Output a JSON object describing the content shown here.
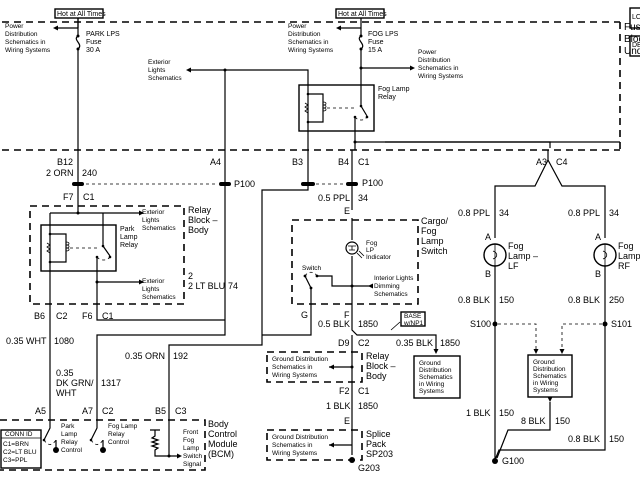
{
  "diagram": {
    "type": "wiring-schematic",
    "title": "Fog Lamps Schematic",
    "components": {
      "fuse_block_underhood": {
        "label": [
          "Fuse",
          "Block –",
          "Underhood"
        ]
      },
      "hot_at_all_times_left": "Hot at All Times",
      "hot_at_all_times_right": "Hot at All Times",
      "park_lps_fuse": [
        "PARK LPS",
        "Fuse",
        "30 A"
      ],
      "fog_lps_fuse": [
        "FOG LPS",
        "Fuse",
        "15 A"
      ],
      "power_dist_left": [
        "Power",
        "Distribution",
        "Schematics in",
        "Wiring Systems"
      ],
      "power_dist_mid": [
        "Power",
        "Distribution",
        "Schematics in",
        "Wiring Systems"
      ],
      "power_dist_right": [
        "Power",
        "Distribution",
        "Schematics in",
        "Wiring Systems"
      ],
      "exterior_lights_top": [
        "Exterior",
        "Lights",
        "Schematics"
      ],
      "fog_lamp_relay": [
        "Fog Lamp",
        "Relay"
      ],
      "relay_block_body_top": [
        "Relay",
        "Block –",
        "Body"
      ],
      "park_lamp_relay": [
        "Park",
        "Lamp",
        "Relay"
      ],
      "exterior_lights_relay1": [
        "Exterior",
        "Lights",
        "Schematics"
      ],
      "exterior_lights_relay2": [
        "Exterior",
        "Lights",
        "Schematics"
      ],
      "cargo_fog_switch": [
        "Cargo/",
        "Fog",
        "Lamp",
        "Switch"
      ],
      "fog_lp_indicator": [
        "Fog",
        "LP",
        "Indicator"
      ],
      "switch_label": "Switch",
      "interior_dimming": [
        "Interior Lights",
        "Dimming",
        "Schematics"
      ],
      "base_np1": [
        "BASE",
        "w/NP1"
      ],
      "relay_block_body_bottom": [
        "Relay",
        "Block –",
        "Body"
      ],
      "ground_dist_relay": [
        "Ground Distribution",
        "Schematics in",
        "Wiring Systems"
      ],
      "ground_dist_base": [
        "Ground",
        "Distribution",
        "Schematics",
        "in Wiring",
        "Systems"
      ],
      "splice_pack": [
        "Splice",
        "Pack",
        "SP203"
      ],
      "ground_dist_splice": [
        "Ground Distribution",
        "Schematics in",
        "Wiring Systems"
      ],
      "ground_dist_right": [
        "Ground",
        "Distribution",
        "Schematics",
        "in Wiring",
        "Systems"
      ],
      "fog_lamp_lf": [
        "Fog",
        "Lamp –",
        "LF"
      ],
      "fog_lamp_rf": [
        "Fog",
        "Lamp –",
        "RF"
      ],
      "bcm": [
        "Body",
        "Control",
        "Module",
        "(BCM)"
      ],
      "bcm_park_relay_ctrl": [
        "Park",
        "Lamp",
        "Relay",
        "Control"
      ],
      "bcm_fog_relay_ctrl": [
        "Fog Lamp",
        "Relay",
        "Control"
      ],
      "bcm_front_fog_signal": [
        "Front",
        "Fog",
        "Lamp",
        "Switch",
        "Signal"
      ],
      "conn_id": {
        "title": "CONN ID",
        "rows": [
          "C1=BRN",
          "C2=LT BLU",
          "C3=PPL"
        ]
      },
      "legend_box_1": "LC",
      "legend_box_2": "DE"
    },
    "connectors": {
      "b12": "B12",
      "a4": "A4",
      "b3": "B3",
      "b4": "B4",
      "c1_top": "C1",
      "a3": "A3",
      "c4": "C4",
      "f7": "F7",
      "c1_f7": "C1",
      "p100_left": "P100",
      "p100_right": "P100",
      "b6": "B6",
      "c2_b6": "C2",
      "f6": "F6",
      "c1_f6": "C1",
      "e_top": "E",
      "g": "G",
      "f": "F",
      "d9": "D9",
      "c2_d9": "C2",
      "f2": "F2",
      "c1_f2": "C1",
      "e_splice": "E",
      "a5": "A5",
      "a7": "A7",
      "c2_bcm": "C2",
      "b5": "B5",
      "c3_bcm": "C3",
      "lf_a": "A",
      "lf_b": "B",
      "rf_a": "A",
      "rf_b": "B"
    },
    "wires": {
      "w240": {
        "gauge_color": "2 ORN",
        "circuit": "240"
      },
      "w74": {
        "gauge_color": "2 LT BLU",
        "circuit": "74"
      },
      "w34_switch": {
        "gauge_color": "0.5 PPL",
        "circuit": "34"
      },
      "w34_lf": {
        "gauge_color": "0.8 PPL",
        "circuit": "34"
      },
      "w34_rf": {
        "gauge_color": "0.8 PPL",
        "circuit": "34"
      },
      "w150_lf": {
        "gauge_color": "0.8 BLK",
        "circuit": "150"
      },
      "w250_rf": {
        "gauge_color": "0.8 BLK",
        "circuit": "250"
      },
      "w1080": {
        "gauge_color": "0.35 WHT",
        "circuit": "1080"
      },
      "w1317": {
        "gauge_color": [
          "0.35",
          "DK GRN/",
          "WHT"
        ],
        "circuit": "1317"
      },
      "w192": {
        "gauge_color": "0.35 ORN",
        "circuit": "192"
      },
      "w1850_a": {
        "gauge_color": "0.5 BLK",
        "circuit": "1850"
      },
      "w1850_b": {
        "gauge_color": "0.35 BLK",
        "circuit": "1850"
      },
      "w1850_c": {
        "gauge_color": "1 BLK",
        "circuit": "1850"
      },
      "w150_g100": {
        "gauge_color": "1 BLK",
        "circuit": "150"
      },
      "w150_8": {
        "gauge_color": "8 BLK",
        "circuit": "150"
      },
      "w150_rf_ground": {
        "gauge_color": "0.8 BLK",
        "circuit": "150"
      }
    },
    "splices_grounds": {
      "s100": "S100",
      "s101": "S101",
      "g100": "G100",
      "g203": "G203"
    }
  }
}
